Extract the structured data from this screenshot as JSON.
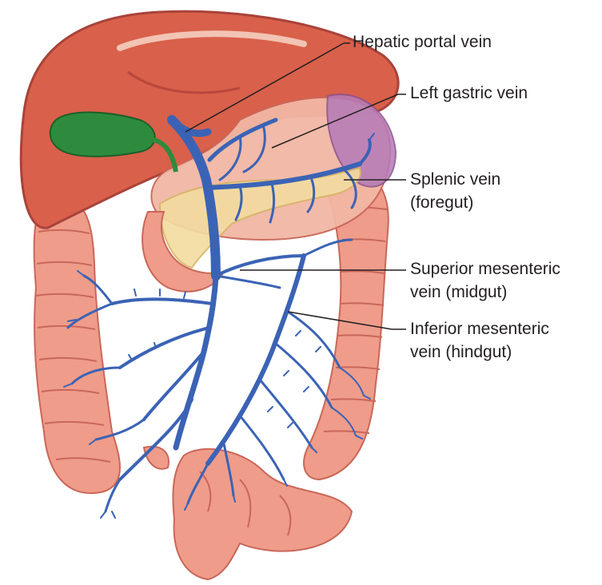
{
  "labels": {
    "hepatic_portal_vein": "Hepatic portal vein",
    "left_gastric_vein": "Left gastric vein",
    "splenic_vein_line1": "Splenic vein",
    "splenic_vein_line2": "(foregut)",
    "superior_mesenteric_line1": "Superior mesenteric",
    "superior_mesenteric_line2": "vein (midgut)",
    "inferior_mesenteric_line1": "Inferior mesenteric",
    "inferior_mesenteric_line2": "vein (hindgut)"
  },
  "colors": {
    "liver": "#d9604a",
    "liver_dark": "#a8433a",
    "gallbladder": "#2e8b3e",
    "stomach": "#f2b7a4",
    "spleen": "#b57ab8",
    "pancreas": "#f3dca0",
    "intestine": "#ef9c8a",
    "intestine_dark": "#c9675a",
    "vein": "#3b63b5",
    "leader_line": "#231f20"
  }
}
